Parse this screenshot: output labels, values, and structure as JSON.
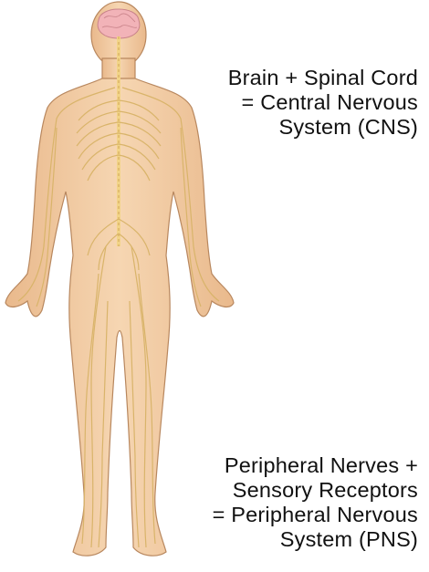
{
  "cns_caption": {
    "lines": [
      "Brain + Spinal Cord",
      "= Central Nervous",
      "System (CNS)"
    ]
  },
  "pns_caption": {
    "lines": [
      "Peripheral Nerves +",
      "Sensory Receptors",
      "= Peripheral Nervous",
      "System (PNS)"
    ]
  },
  "colors": {
    "skin_fill": "#f3cfa8",
    "skin_outline": "#b8875e",
    "nerve": "#d9b46a",
    "spinal_cord": "#f2d488",
    "brain": "#f2b3b8",
    "text": "#111111"
  }
}
